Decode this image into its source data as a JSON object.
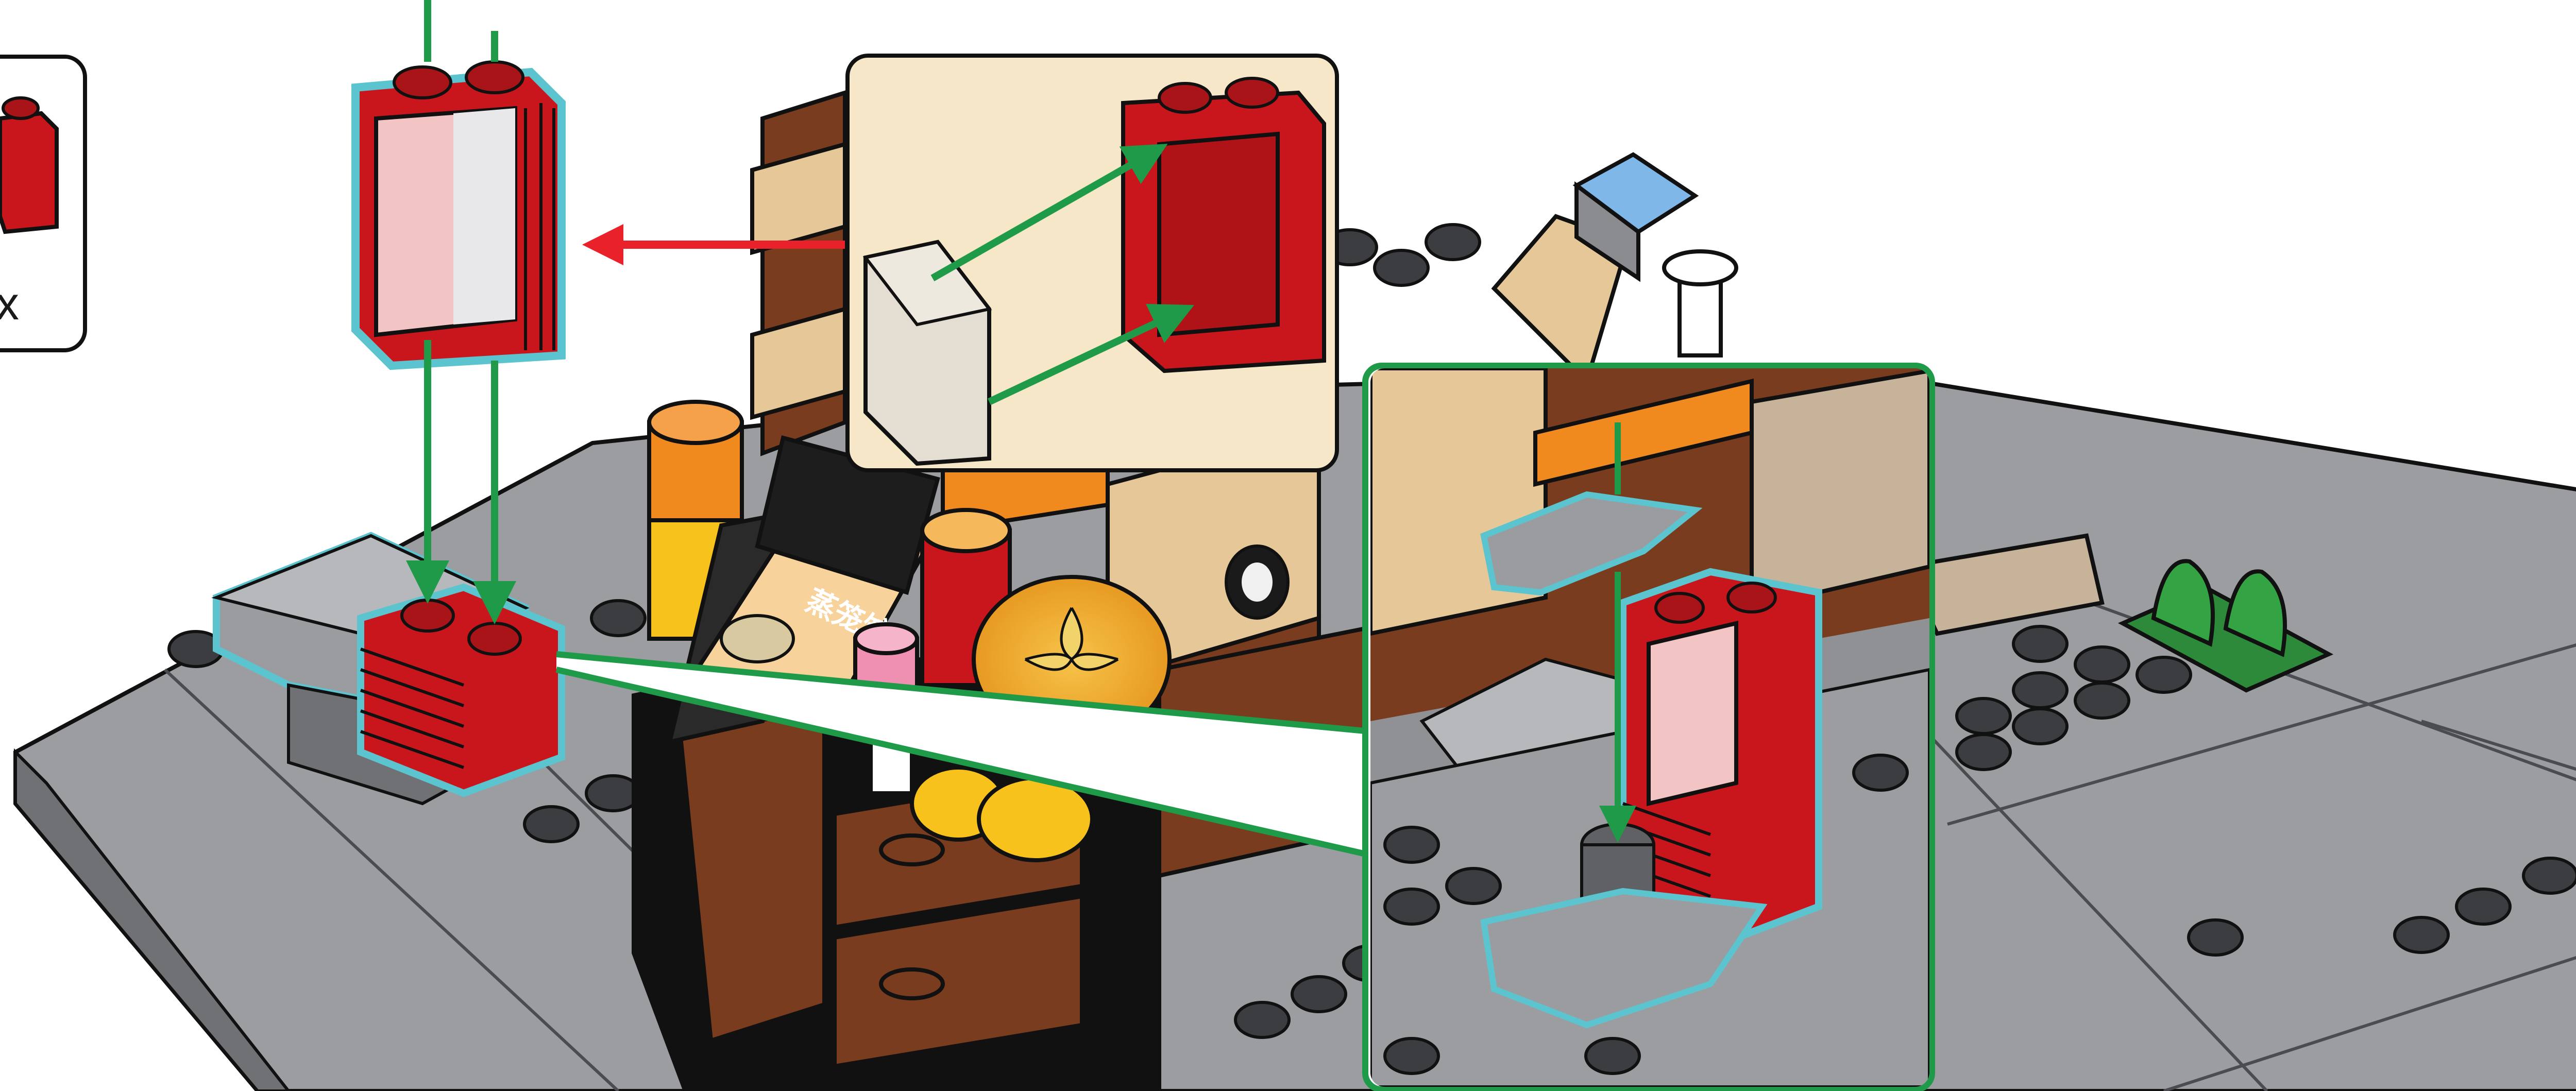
{
  "page": {
    "kind": "LEGO-style building instruction step"
  },
  "parts_callout": {
    "quantity_label": "x",
    "part_icon": "red-window-frame-icon"
  },
  "poster": {
    "text": "蒸笼饺子",
    "icon": "dumpling-bowl-icon"
  },
  "colors": {
    "brick_red": "#c8161c",
    "highlight_outline": "#5bc4cf",
    "assembly_arrow_green": "#1f9a48",
    "direction_arrow_red": "#e8212a",
    "callout_bg": "#f6e7c9",
    "baseplate_grey": "#9b9da0",
    "dark_grey": "#5f6165",
    "tan": "#e6c898",
    "brown": "#7a3c1e",
    "orange": "#f08a1f",
    "yellow": "#f6c21b"
  },
  "sub_steps": [
    {
      "name": "insert-glass-pane",
      "arrow_icon": "green-arrow-icon"
    },
    {
      "name": "attach-window-to-bricks",
      "arrow_icon": "green-arrow-icon"
    },
    {
      "name": "zoom-detail",
      "arrow_icon": "green-arrow-icon"
    }
  ]
}
